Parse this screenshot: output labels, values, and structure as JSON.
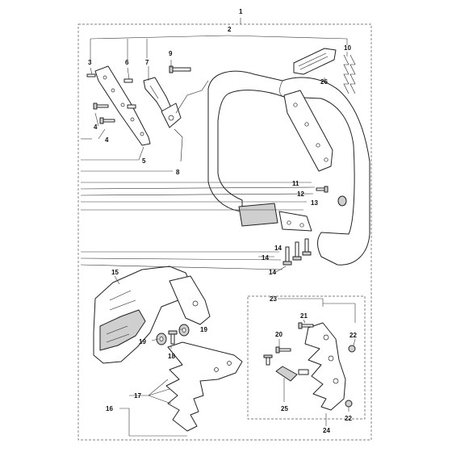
{
  "callouts": {
    "c1": "1",
    "c2": "2",
    "c3": "3",
    "c4a": "4",
    "c4b": "4",
    "c5": "5",
    "c6": "6",
    "c7": "7",
    "c8": "8",
    "c9": "9",
    "c10": "10",
    "c11": "11",
    "c12": "12",
    "c13": "13",
    "c14a": "14",
    "c14b": "14",
    "c14c": "14",
    "c15": "15",
    "c16": "16",
    "c17": "17",
    "c18": "18",
    "c19a": "19",
    "c19b": "19",
    "c20": "20",
    "c21": "21",
    "c22a": "22",
    "c22b": "22",
    "c23": "23",
    "c24": "24",
    "c25": "25",
    "c26": "26"
  }
}
